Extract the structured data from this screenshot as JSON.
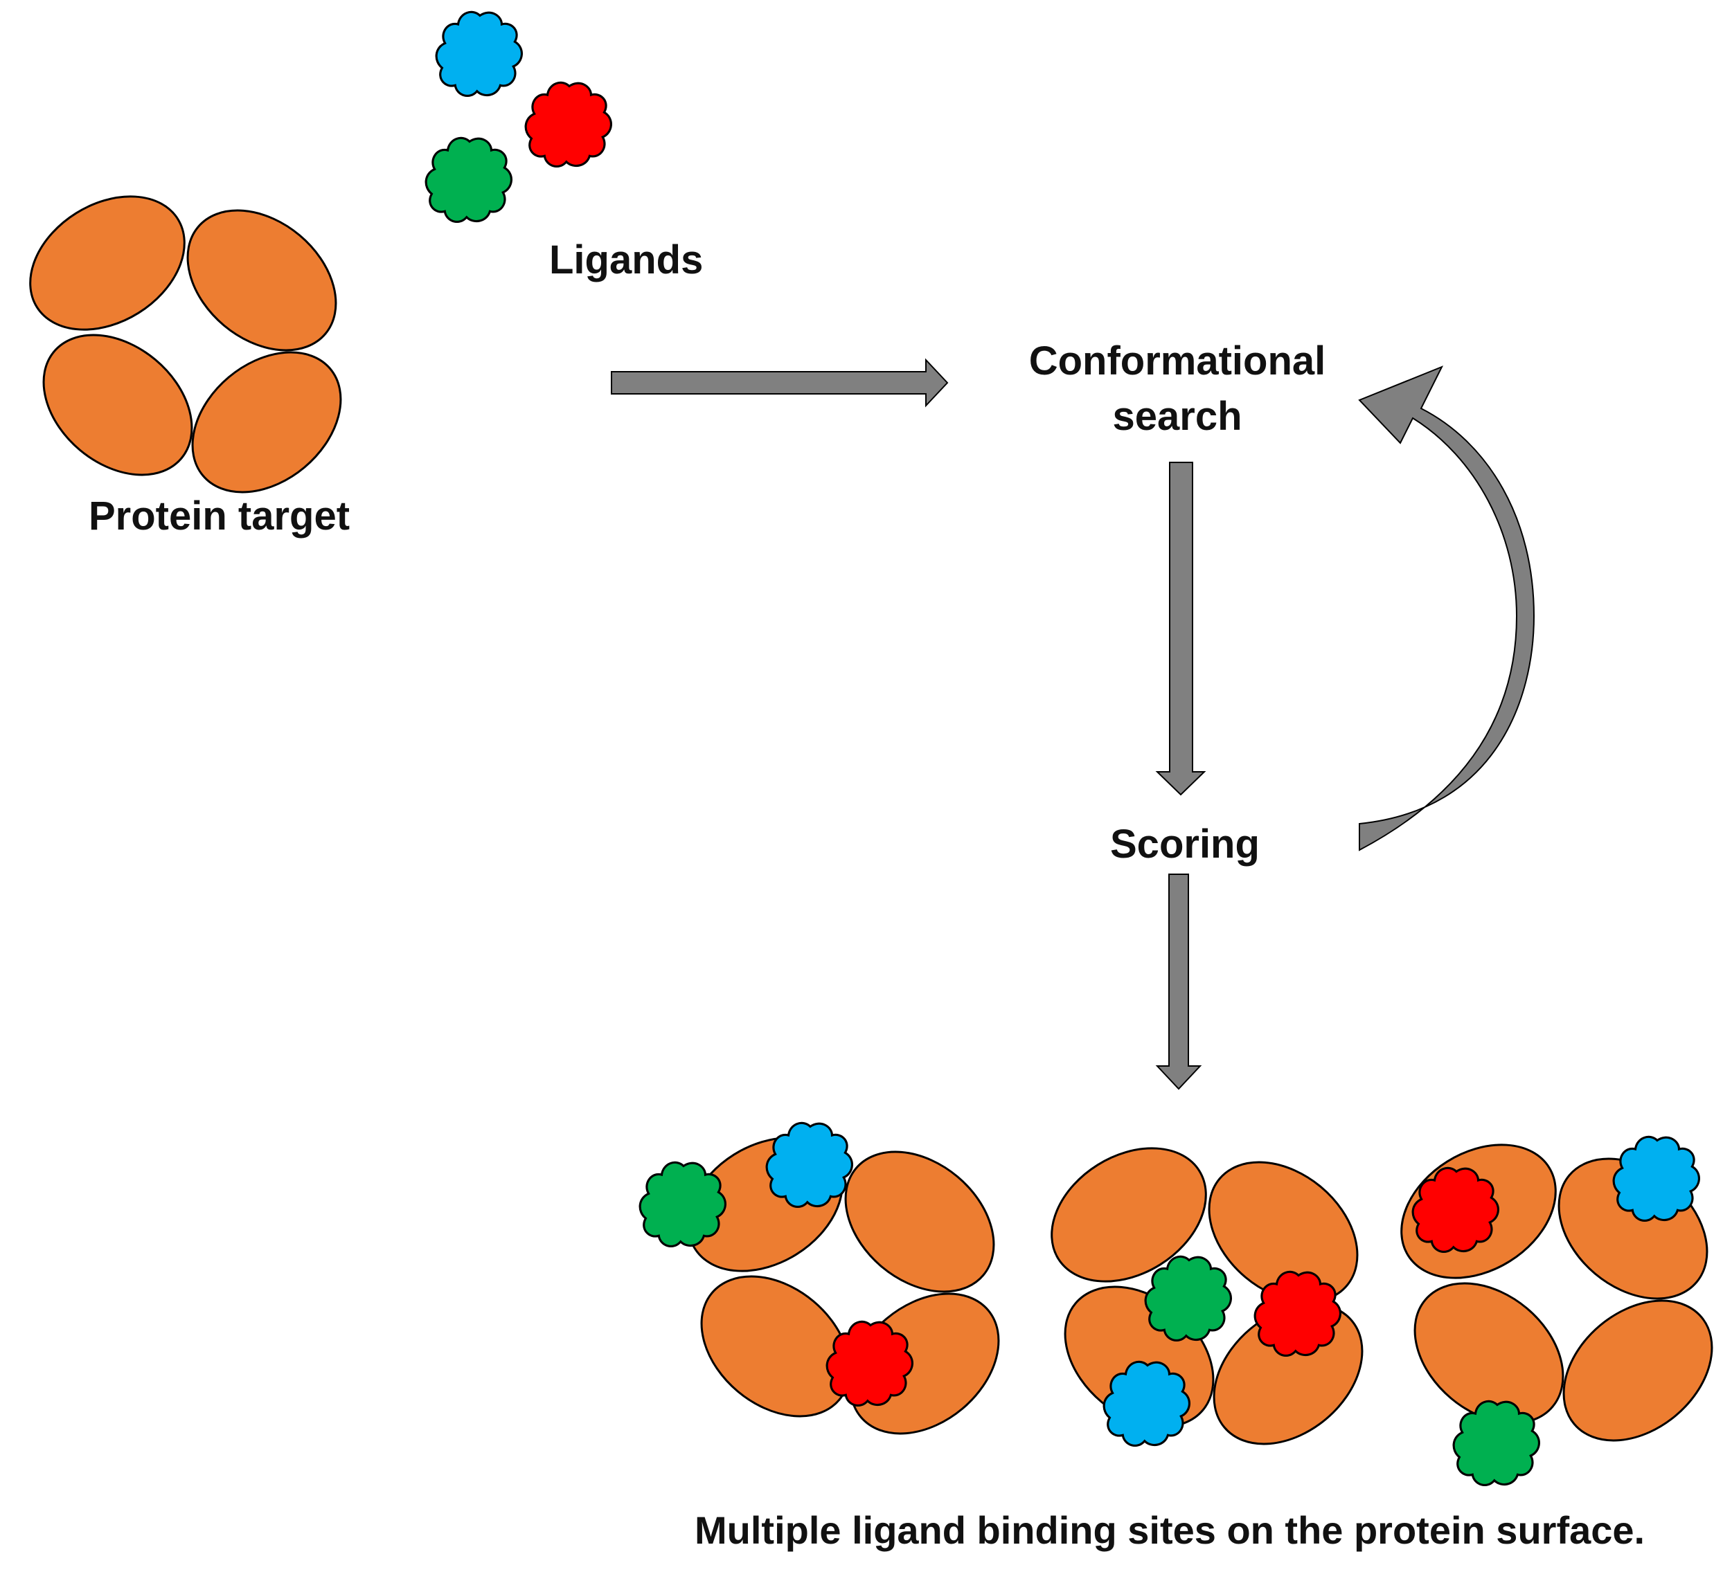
{
  "labels": {
    "ligands": "Ligands",
    "protein_target": "Protein target",
    "conformational_search": "Conformational search",
    "scoring": "Scoring",
    "result_caption": "Multiple ligand binding sites on the protein surface."
  },
  "colors": {
    "protein": "#ED7D31",
    "ligand_blue": "#00B0F0",
    "ligand_red": "#FF0000",
    "ligand_green": "#00B050",
    "arrow": "#808080",
    "outline": "#000000"
  }
}
